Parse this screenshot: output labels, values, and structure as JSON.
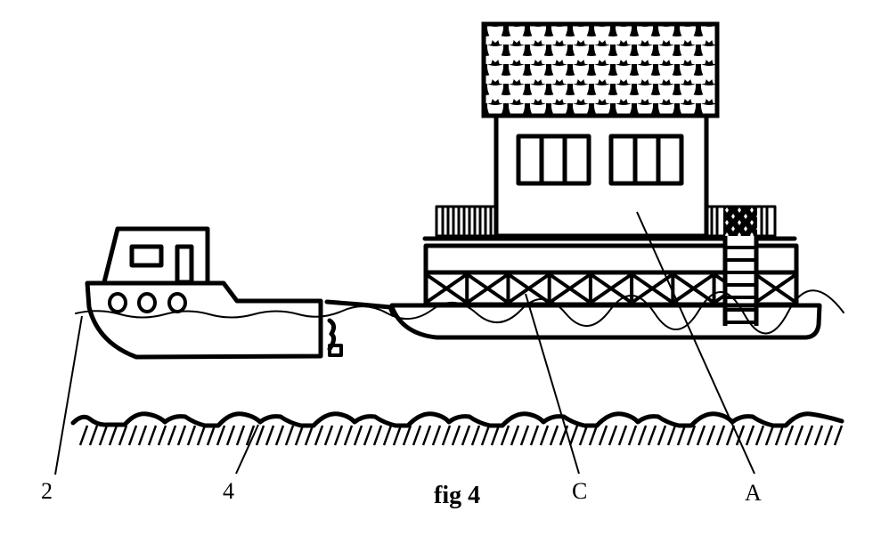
{
  "figure": {
    "caption": "fig 4",
    "ink_color": "#000000",
    "background": "#ffffff"
  },
  "labels": [
    {
      "id": "2",
      "text": "2",
      "target": "waterline"
    },
    {
      "id": "4",
      "text": "4",
      "target": "seabed"
    },
    {
      "id": "C",
      "text": "C",
      "target": "truss-frame"
    },
    {
      "id": "A",
      "text": "A",
      "target": "house"
    }
  ],
  "components": {
    "tugboat": {
      "portholes": 3
    },
    "house": {
      "windows": 2,
      "panes_per_window": 3
    },
    "truss": {
      "bays": 9
    }
  }
}
